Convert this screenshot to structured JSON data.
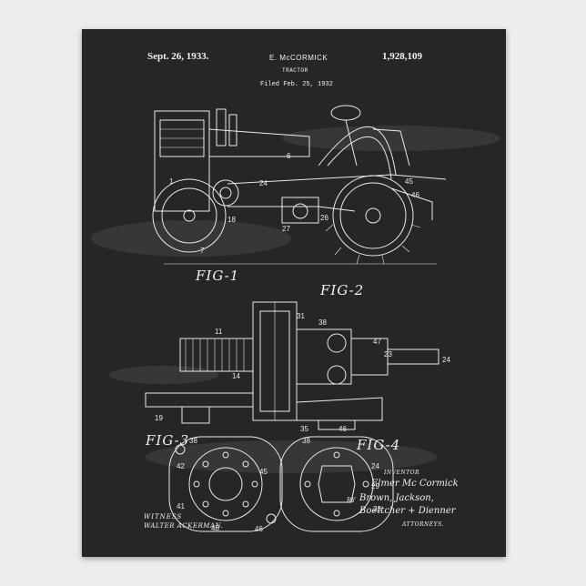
{
  "header": {
    "date": "Sept. 26, 1933.",
    "inventor": "E. McCORMICK",
    "patent_number": "1,928,109",
    "subject": "TRACTOR",
    "filed": "Filed Feb. 25, 1932"
  },
  "figures": {
    "fig1": "FIG-1",
    "fig2": "FIG-2",
    "fig3": "FIG-3",
    "fig4": "FIG-4"
  },
  "signatures": {
    "witness_title": "WITNESS",
    "witness_name": "WALTER ACKERMAN.",
    "inventor_title": "INVENTOR",
    "inventor_name": "Elmer Mc Cormick",
    "by": "BY",
    "attorneys_line1": "Brown, Jackson,",
    "attorneys_line2": "Boettcher + Dienner",
    "attorneys_title": "ATTORNEYS."
  },
  "colors": {
    "poster_bg": "#262626",
    "ink": "#eaeaea",
    "wall": "#ededed"
  }
}
